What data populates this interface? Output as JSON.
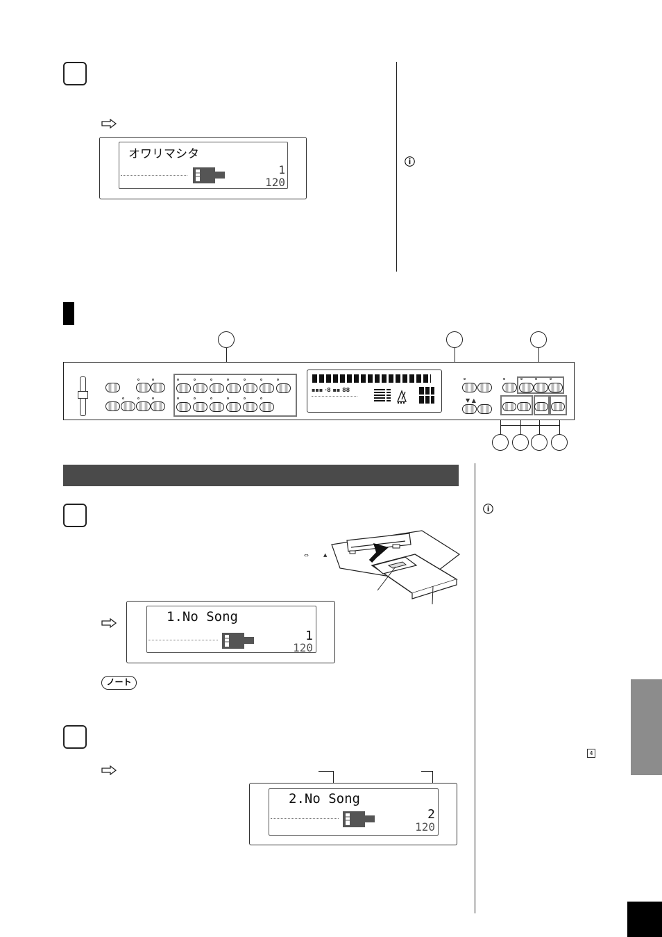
{
  "lcd_top": {
    "text": "オワリマシタ",
    "number": "1",
    "tempo": "120"
  },
  "lcd_mid": {
    "text": "1.No Song",
    "number": "1",
    "tempo": "120"
  },
  "lcd_bottom": {
    "text": "2.No Song",
    "number": "2",
    "tempo": "120"
  },
  "note_badge": "ノート",
  "page_ref": "4",
  "colors": {
    "section_bar": "#4a4a4a",
    "side_tab": "#8c8c8c",
    "button_stripe": "#bbbbbb"
  },
  "icons": [
    "arrow-right-icon",
    "hint-icon",
    "piano-icon",
    "floppy-disk-icon",
    "metronome-icon"
  ]
}
